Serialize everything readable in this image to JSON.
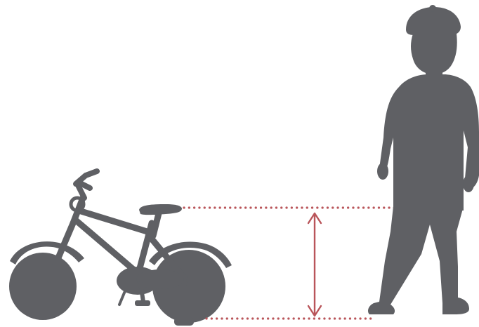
{
  "figure": {
    "subjects": [
      "bicycle-silhouette",
      "child-silhouette"
    ],
    "measurement": "saddle-height-vs-inseam",
    "colors": {
      "silhouette": "#5f6064",
      "accent": "#b9555a",
      "background": "#ffffff"
    },
    "icons": {
      "bicycle": "bicycle-icon",
      "child": "child-silhouette-icon",
      "arrow": "double-arrow-icon"
    }
  }
}
